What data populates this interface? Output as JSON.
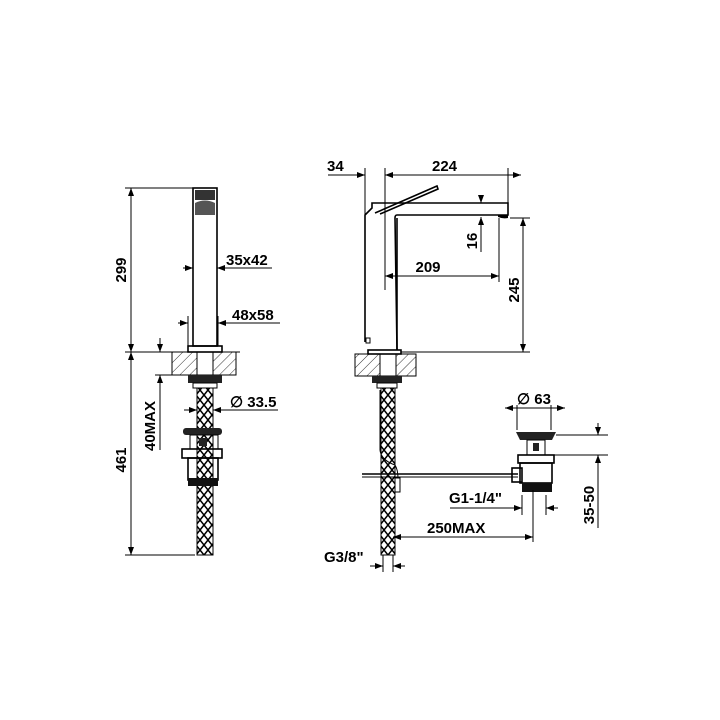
{
  "drawing": {
    "side_view": {
      "dimensions": {
        "total_height_above": "299",
        "total_height_below": "461",
        "max_counter_thickness": "40MAX",
        "spout_section": "35x42",
        "base_section": "48x58",
        "hose_diameter": "∅ 33.5"
      }
    },
    "front_view": {
      "dimensions": {
        "lever_offset": "34",
        "spout_reach_total": "224",
        "spout_tip_height": "16",
        "spout_reach": "209",
        "spout_height": "245",
        "popup_diameter": "∅ 63",
        "popup_height": "35-50",
        "popup_thread": "G1-1/4\"",
        "rod_length": "250MAX",
        "hose_thread": "G3/8\""
      }
    }
  }
}
